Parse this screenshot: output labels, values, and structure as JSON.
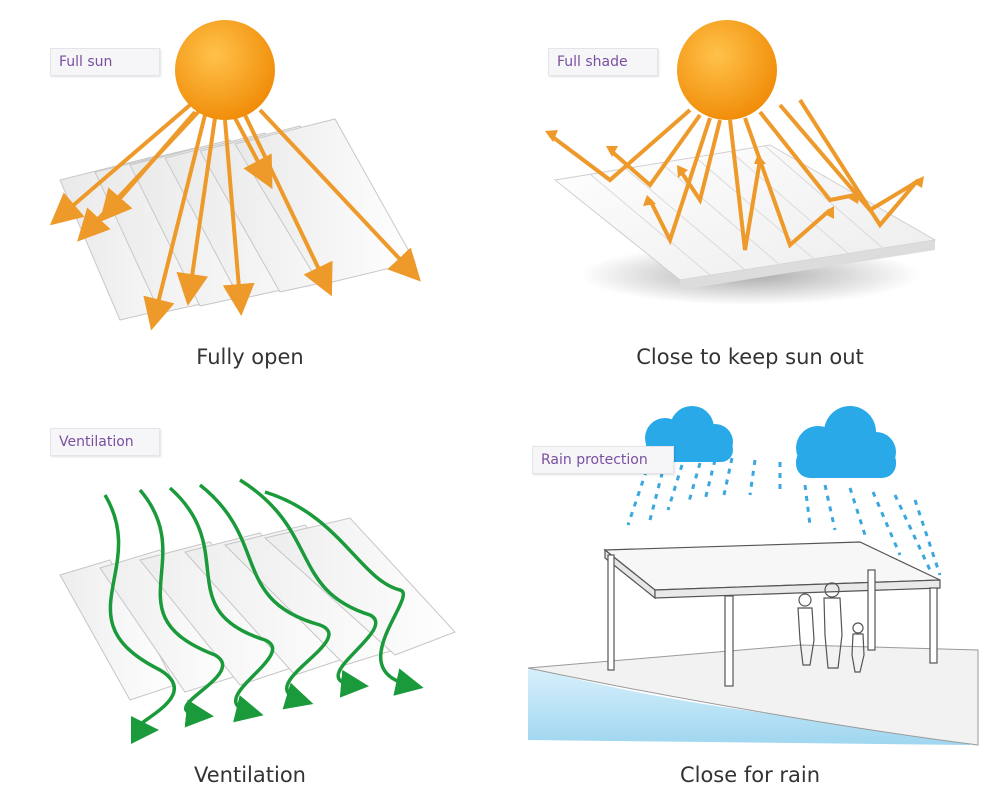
{
  "panels": [
    {
      "tag": "Full sun",
      "caption": "Fully open"
    },
    {
      "tag": "Full shade",
      "caption": "Close to keep sun out"
    },
    {
      "tag": "Ventilation",
      "caption": "Ventilation"
    },
    {
      "tag": "Rain protection",
      "caption": "Close for rain"
    }
  ],
  "colors": {
    "sun": "#f59a12",
    "ray": "#ee9a2b",
    "airflow": "#1a9a3a",
    "cloud": "#29a9e8",
    "rain": "#3aa7e0",
    "water": "#bfe6f7",
    "tag_text": "#7a4fa0"
  }
}
